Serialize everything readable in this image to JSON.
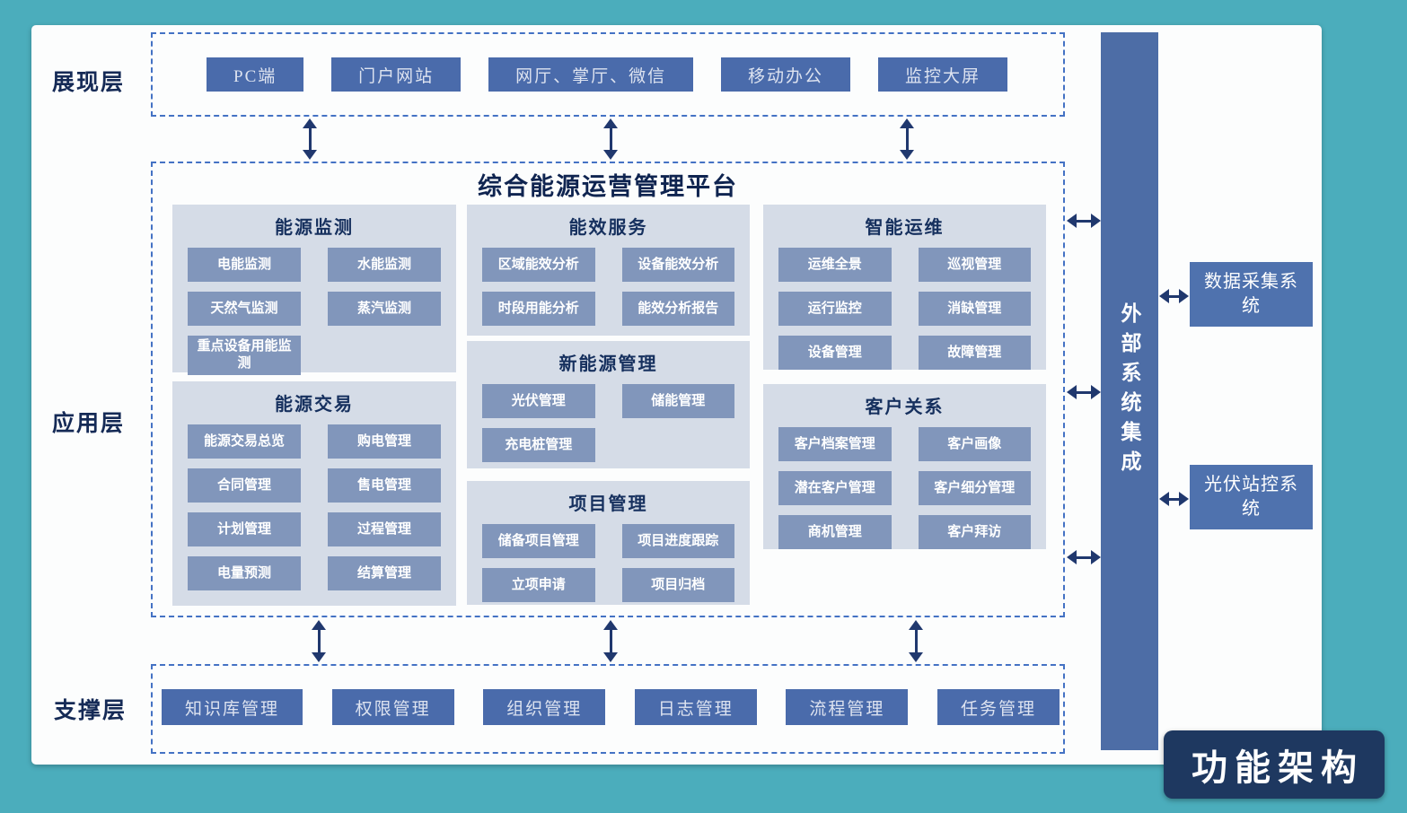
{
  "title": "综合能源运营管理平台",
  "badge": "功能架构",
  "presentation": {
    "label": "展现层",
    "items": [
      "PC端",
      "门户网站",
      "网厅、掌厅、微信",
      "移动办公",
      "监控大屏"
    ]
  },
  "application": {
    "label": "应用层",
    "groups": [
      {
        "name": "能源监测",
        "items": [
          "电能监测",
          "水能监测",
          "天然气监测",
          "蒸汽监测",
          "重点设备用能监测"
        ]
      },
      {
        "name": "能源交易",
        "items": [
          "能源交易总览",
          "购电管理",
          "合同管理",
          "售电管理",
          "计划管理",
          "过程管理",
          "电量预测",
          "结算管理"
        ]
      },
      {
        "name": "能效服务",
        "items": [
          "区域能效分析",
          "设备能效分析",
          "时段用能分析",
          "能效分析报告"
        ]
      },
      {
        "name": "新能源管理",
        "items": [
          "光伏管理",
          "储能管理",
          "充电桩管理"
        ]
      },
      {
        "name": "项目管理",
        "items": [
          "储备项目管理",
          "项目进度跟踪",
          "立项申请",
          "项目归档"
        ]
      },
      {
        "name": "智能运维",
        "items": [
          "运维全景",
          "巡视管理",
          "运行监控",
          "消缺管理",
          "设备管理",
          "故障管理"
        ]
      },
      {
        "name": "客户关系",
        "items": [
          "客户档案管理",
          "客户画像",
          "潜在客户管理",
          "客户细分管理",
          "商机管理",
          "客户拜访"
        ]
      }
    ]
  },
  "support": {
    "label": "支撑层",
    "items": [
      "知识库管理",
      "权限管理",
      "组织管理",
      "日志管理",
      "流程管理",
      "任务管理"
    ]
  },
  "external": {
    "bar_label": "外部系统集成",
    "systems": [
      "数据采集系统",
      "光伏站控系统"
    ]
  },
  "colors": {
    "background": "#4badbc",
    "arrow_navy": "#20386e",
    "button_blue": "#4a6bab",
    "panel_bg": "#d5dce7",
    "sub_button_bg": "#8196bb",
    "dashed_border": "#4472c4",
    "external_bar": "#4d6da6",
    "badge_bg": "#1e3860"
  }
}
